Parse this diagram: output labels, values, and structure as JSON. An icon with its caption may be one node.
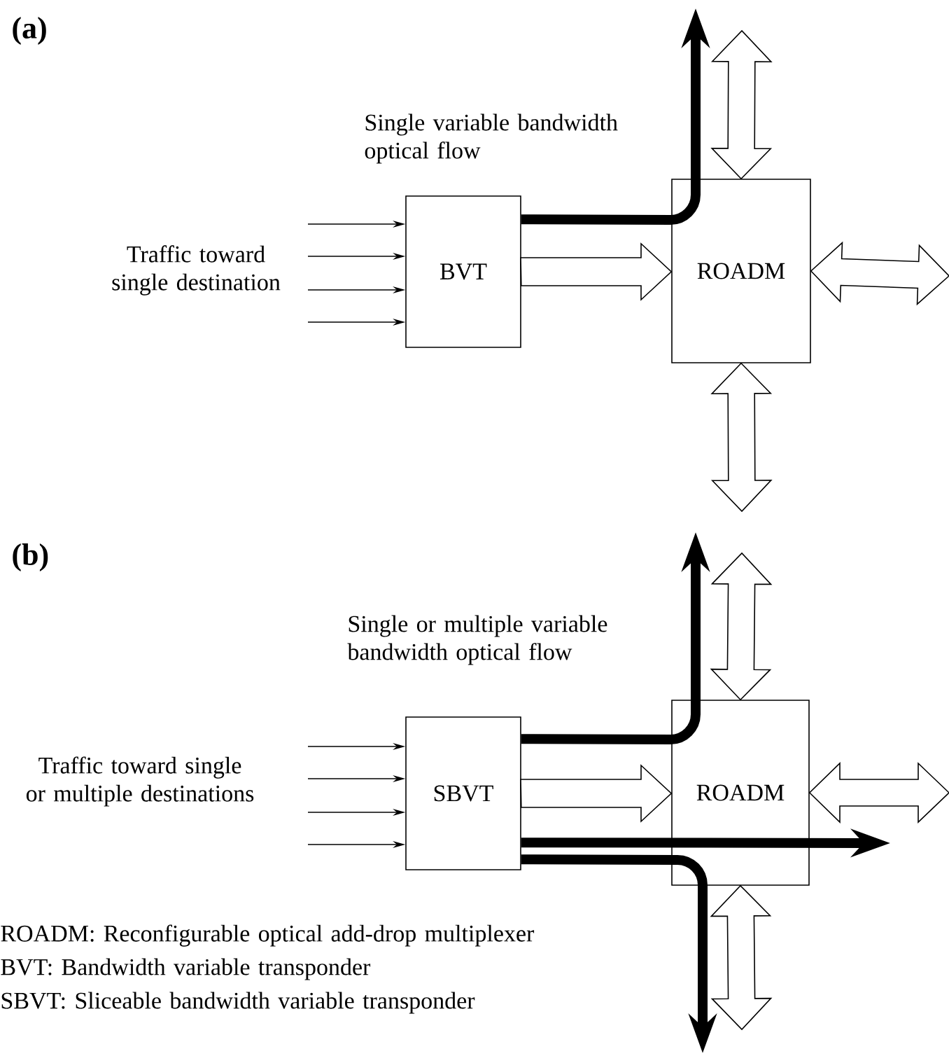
{
  "diagram": {
    "nodes": [
      {
        "text": [
          "BVT"
        ]
      },
      {
        "text": [
          "ROADM"
        ]
      },
      {
        "text": [
          "SBVT"
        ]
      },
      {
        "text": [
          "ROADM"
        ]
      }
    ],
    "edges": [
      {
        "from": null,
        "to": 0,
        "arrow": "to"
      },
      {
        "from": null,
        "to": 0,
        "arrow": "to"
      },
      {
        "from": null,
        "to": 0,
        "arrow": "to"
      },
      {
        "from": null,
        "to": 0,
        "arrow": "to"
      },
      {
        "from": 0,
        "to": 1,
        "arrow": "to"
      },
      {
        "from": 0,
        "to": null,
        "arrow": "to",
        "style": "thick"
      },
      {
        "from": 1,
        "to": null,
        "arrow": "both"
      },
      {
        "from": 1,
        "to": null,
        "arrow": "both"
      },
      {
        "from": 1,
        "to": null,
        "arrow": "both"
      },
      {
        "from": null,
        "to": 2,
        "arrow": "to"
      },
      {
        "from": null,
        "to": 2,
        "arrow": "to"
      },
      {
        "from": null,
        "to": 2,
        "arrow": "to"
      },
      {
        "from": null,
        "to": 2,
        "arrow": "to"
      },
      {
        "from": 2,
        "to": 3,
        "arrow": "to"
      },
      {
        "from": 2,
        "to": null,
        "arrow": "to",
        "style": "thick"
      },
      {
        "from": 2,
        "to": null,
        "arrow": "to",
        "style": "thick"
      },
      {
        "from": 2,
        "to": null,
        "arrow": "to",
        "style": "thick"
      },
      {
        "from": 3,
        "to": null,
        "arrow": "both"
      },
      {
        "from": 3,
        "to": null,
        "arrow": "both"
      },
      {
        "from": 3,
        "to": null,
        "arrow": "both"
      }
    ],
    "labels": [
      "(a)",
      "Single variable bandwidth optical flow",
      "Traffic toward single destination",
      "(b)",
      "Single or multiple variable bandwidth optical flow",
      "Traffic toward single or multiple destinations",
      "ROADM: Reconfigurable optical add-drop multiplexer",
      "BVT: Bandwidth variable transponder",
      "SBVT: Sliceable bandwidth variable transponder"
    ]
  }
}
